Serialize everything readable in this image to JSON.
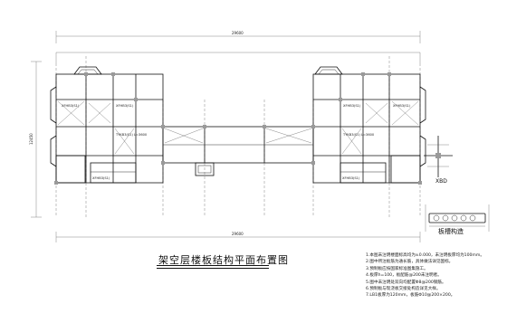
{
  "drawing": {
    "title": "架空层楼板结构平面布置图",
    "dims": {
      "top": "29600",
      "bottom": "29600",
      "left": "12450"
    },
    "slab_tags": {
      "left_upper": "XFHB3(S1)",
      "left_mid_upper": "XFHB3(S1)",
      "right_mid_upper": "XFHB3(S1)",
      "right_upper": "XFHB3(S1)",
      "left_beam": "TYKB3(S1)\nL=3600",
      "right_beam": "TYKB3(S1)\nL=3600",
      "left_lower": "XFHB3(S1)",
      "right_lower": "XFHB3(S1)"
    },
    "detail_labels": {
      "xbd": "XBD",
      "bancao": "板槽构造"
    },
    "notes": [
      "1.本图未注明楼面标高均为±0.000，未注明板厚均为100mm。",
      "2.图中所注板筋为通长筋，具体做法详见国标。",
      "3.预制板应按国家标准图集施工。",
      "4.板厚h=100，板配筋@200未注明者。",
      "5.图中未注明处双向均配置Φ8@200钢筋。",
      "6.预制板与现浇板交接处构造详见大样。",
      "7.LB1板厚为120mm，板筋Φ10@200×200。"
    ]
  }
}
